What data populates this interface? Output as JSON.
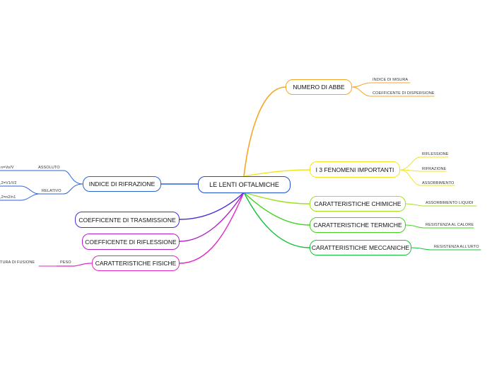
{
  "central": {
    "label": "LE LENTI OFTALMICHE",
    "color": "#1f4fd1"
  },
  "branches_right": [
    {
      "label": "NUMERO DI ABBE",
      "color": "#f5a623",
      "leaves": [
        "INDICE DI MISURA",
        "COEFFICENTE DI DISPERSIONE"
      ]
    },
    {
      "label": "I 3 FENOMENI IMPORTANTI",
      "color": "#f2e51e",
      "leaves": [
        "RIFLESSIONE",
        "RIFRAZIONE",
        "ASSORBIMENTO"
      ]
    },
    {
      "label": "CARATTERISTICHE CHIMICHE",
      "color": "#9fe21c",
      "leaves": [
        "ASSORBIMENTO LIQUIDI"
      ]
    },
    {
      "label": "CARATTERISTICHE TERMICHE",
      "color": "#3fd41b",
      "leaves": [
        "RESISTENZA AL CALORE"
      ]
    },
    {
      "label": "CARATTERISTICHE MECCANICHE",
      "color": "#17c13a",
      "leaves": [
        "RESISTENZA ALL'URTO"
      ]
    }
  ],
  "branches_left": [
    {
      "label": "INDICE DI RIFRAZIONE",
      "color": "#2b63d6",
      "sub": [
        {
          "label": "ASSOLUTO",
          "leaves": [
            "n=Vo/V"
          ]
        },
        {
          "label": "RELATIVO",
          "leaves": [
            ",2=V1/V2",
            ",2=n2/n1"
          ]
        }
      ]
    },
    {
      "label": "COEFFICENTE DI TRASMISSIONE",
      "color": "#4a2bd6",
      "sub": []
    },
    {
      "label": "COEFFICENTE DI RIFLESSIONE",
      "color": "#b020c8",
      "sub": []
    },
    {
      "label": "CARATTERISTICHE FISICHE",
      "color": "#e028c8",
      "sub": [
        {
          "label": "PESO",
          "leaves": [
            "TURA DI FUSIONE"
          ]
        }
      ]
    }
  ]
}
